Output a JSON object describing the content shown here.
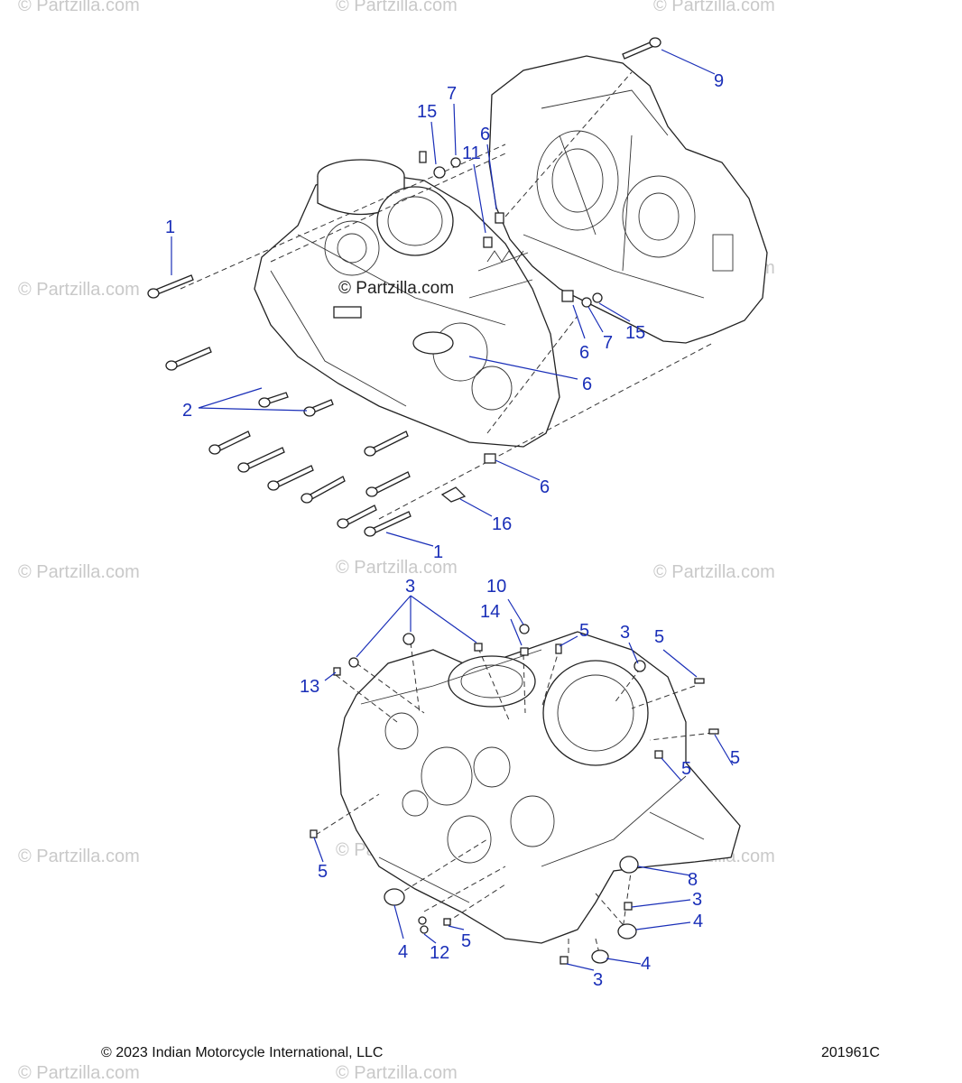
{
  "watermark": "© Partzilla.com",
  "center_watermark": "© Partzilla.com",
  "footer": {
    "copyright": "© 2023 Indian Motorcycle International, LLC",
    "diagram_code": "201961C"
  },
  "callouts": {
    "c1_top": "1",
    "c1_bottom": "1",
    "c2": "2",
    "c3_a": "3",
    "c3_b": "3",
    "c3_c": "3",
    "c3_d": "3",
    "c4_a": "4",
    "c4_b": "4",
    "c4_c": "4",
    "c5_a": "5",
    "c5_b": "5",
    "c5_c": "5",
    "c5_d": "5",
    "c5_e": "5",
    "c5_f": "5",
    "c6_a": "6",
    "c6_b": "6",
    "c6_c": "6",
    "c6_d": "6",
    "c7_a": "7",
    "c7_b": "7",
    "c8": "8",
    "c9": "9",
    "c10": "10",
    "c11": "11",
    "c12": "12",
    "c13": "13",
    "c14": "14",
    "c15_a": "15",
    "c15_b": "15",
    "c16": "16"
  },
  "colors": {
    "callout": "#1a2fb8",
    "linework": "#222222",
    "watermark": "#c9c9c9"
  }
}
